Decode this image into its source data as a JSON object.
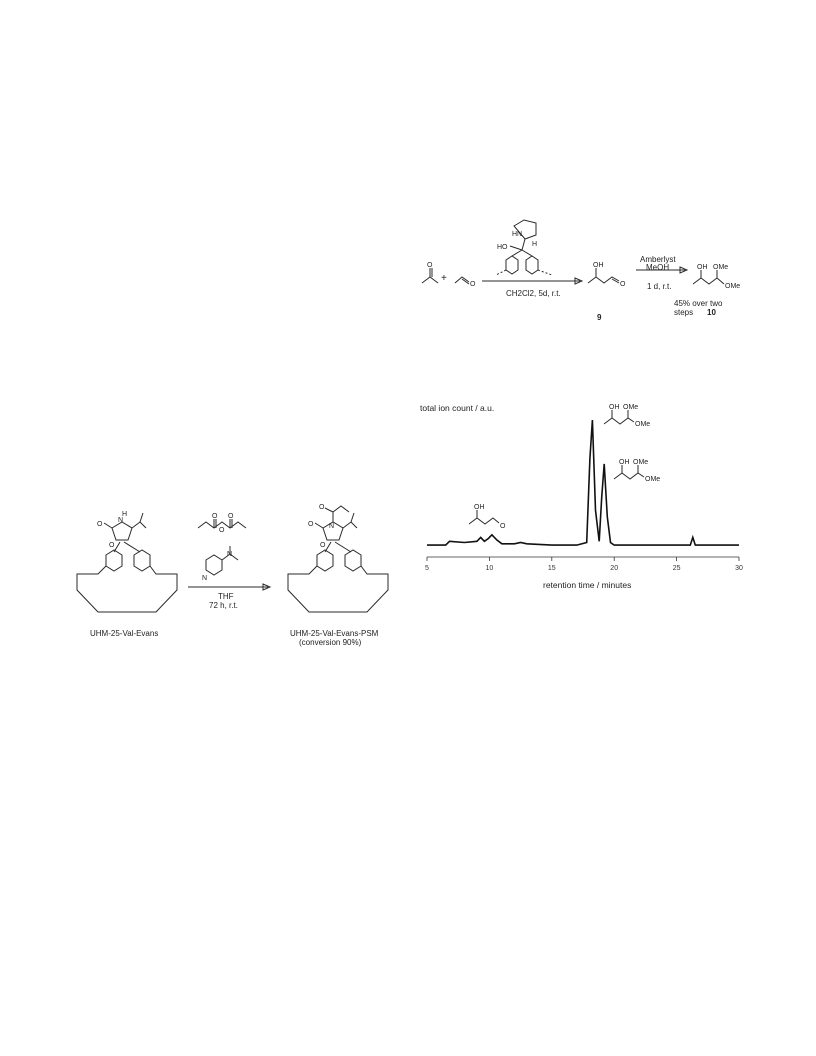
{
  "scheme_top": {
    "plus": "+",
    "conditions": "CH2Cl2, 5d, r.t.",
    "compound_9": "9",
    "reagent_line1": "Amberlyst",
    "reagent_line2": "MeOH",
    "reagent_time": "1 d, r.t.",
    "yield_line1": "45% over two",
    "yield_line2": "steps",
    "compound_10": "10",
    "catalyst_atoms": {
      "hn": "HN",
      "ho": "HO",
      "h": "H"
    },
    "atoms": {
      "o": "O",
      "oh": "OH",
      "ome": "OMe"
    }
  },
  "chromatogram": {
    "y_axis_label": "total ion count / a.u.",
    "x_axis_label": "retention time / minutes",
    "x_ticks": [
      "5",
      "10",
      "15",
      "20",
      "25",
      "30"
    ],
    "inset_atoms": {
      "oh": "OH",
      "ome": "OMe",
      "o": "O"
    }
  },
  "chart_data": {
    "type": "line",
    "title": "",
    "xlabel": "retention time / minutes",
    "ylabel": "total ion count / a.u.",
    "xlim": [
      5,
      30
    ],
    "ylim": [
      0,
      100
    ],
    "grid": false,
    "x": [
      5,
      6.5,
      6.8,
      8,
      9,
      9.3,
      9.6,
      9.9,
      10.2,
      10.6,
      11,
      12,
      12.5,
      13,
      15,
      17,
      17.8,
      18.05,
      18.25,
      18.5,
      18.8,
      19.0,
      19.2,
      19.45,
      19.7,
      20,
      21,
      24,
      26.1,
      26.3,
      26.5,
      28,
      30
    ],
    "series": [
      {
        "values": [
          3,
          3,
          6,
          5,
          6,
          9,
          6,
          8,
          11,
          7,
          4,
          4,
          5,
          4,
          3,
          3,
          5,
          70,
          100,
          30,
          6,
          40,
          66,
          25,
          5,
          3,
          3,
          3,
          3,
          9,
          3,
          3,
          3
        ]
      }
    ]
  },
  "scheme_bottom": {
    "start_label": "UHM-25-Val-Evans",
    "product_label_line1": "UHM-25-Val-Evans-PSM",
    "product_label_line2": "(conversion 90%)",
    "solvent": "THF",
    "time": "72 h, r.t.",
    "atoms": {
      "o": "O",
      "n": "N",
      "h": "H"
    }
  }
}
